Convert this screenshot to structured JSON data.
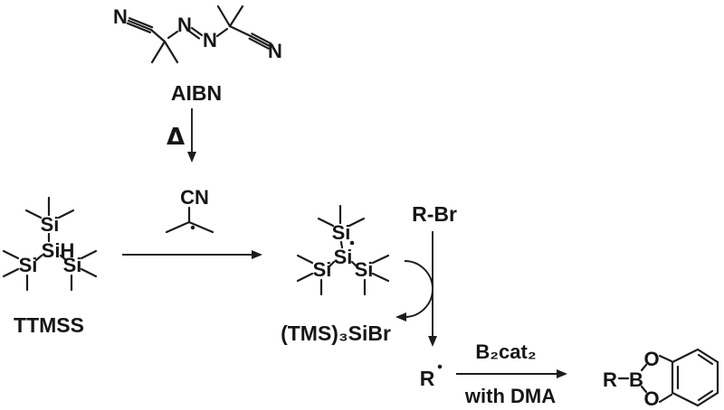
{
  "scheme_type": "radical chain borylation mechanism",
  "colors": {
    "ink": "#1c1c1c",
    "background": "#ffffff"
  },
  "molecules": {
    "aibn": {
      "label": "AIBN",
      "n_nitrile_left": "N",
      "n_azo_left": "N",
      "n_azo_right": "N",
      "n_nitrile_right": "N"
    },
    "cyanopropyl_radical": {
      "cn_group": "CN"
    },
    "ttmss": {
      "label": "TTMSS",
      "si_top": "Si",
      "si_center": "SiH",
      "si_left": "Si",
      "si_right": "Si"
    },
    "silyl_radical": {
      "si_top": "Si",
      "si_center": "Si",
      "si_left": "Si",
      "si_right": "Si"
    },
    "silyl_bromide": {
      "label": "(TMS)₃SiBr"
    },
    "alkyl_bromide": {
      "label": "R-Br"
    },
    "alkyl_radical": {
      "label": "R"
    },
    "product": {
      "r": "R",
      "b": "B",
      "o_top": "O",
      "o_bottom": "O"
    }
  },
  "arrows": {
    "thermolysis": {
      "label": "Δ"
    },
    "borylation": {
      "reagent": "B₂cat₂",
      "condition": "with DMA"
    }
  }
}
